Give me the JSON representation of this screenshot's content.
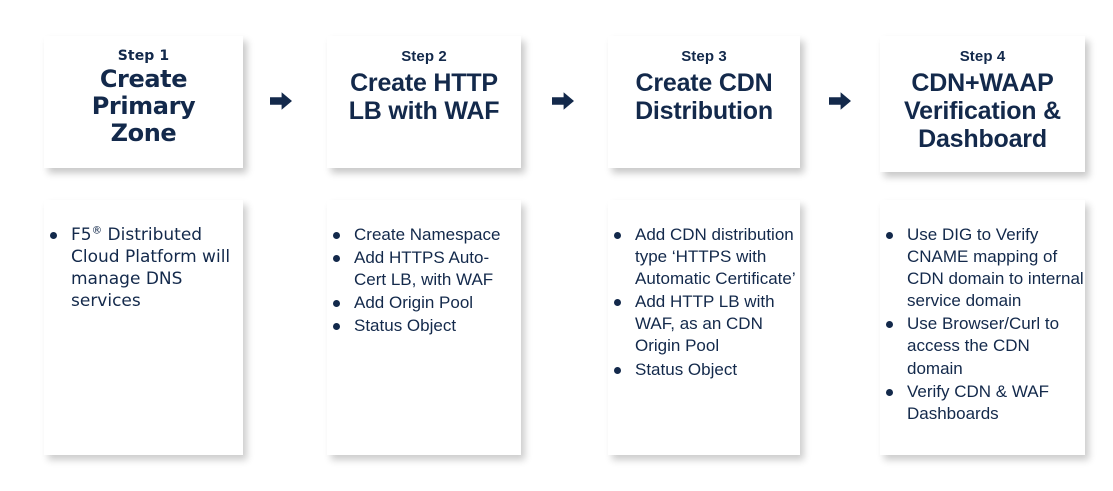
{
  "diagram": {
    "title": "F5 Distributed Cloud CDN + WAAP four step workflow",
    "accent_color": "#13294b",
    "background_color": "#ffffff",
    "card_color": "#ffffff"
  },
  "arrows": [
    {
      "name": "arrow-step1-to-step2",
      "glyph": "right-arrow-icon"
    },
    {
      "name": "arrow-step2-to-step3",
      "glyph": "right-arrow-icon"
    },
    {
      "name": "arrow-step3-to-step4",
      "glyph": "right-arrow-icon"
    }
  ],
  "steps": [
    {
      "step_label": "Step 1",
      "title": "Create Primary Zone",
      "title_lines": [
        "Create",
        "Primary",
        "Zone"
      ],
      "bullets": [
        {
          "pre": "F5",
          "mark": "®",
          "post": " Distributed Cloud Platform will manage DNS services",
          "text": "F5® Distributed Cloud Platform will manage DNS services"
        }
      ]
    },
    {
      "step_label": "Step 2",
      "title": "Create HTTP LB with WAF",
      "title_lines": [
        "Create HTTP",
        "LB with WAF"
      ],
      "bullets": [
        {
          "text": "Create Namespace"
        },
        {
          "text": "Add HTTPS Auto-Cert LB, with WAF"
        },
        {
          "text": "Add Origin Pool"
        },
        {
          "text": "Status Object"
        }
      ]
    },
    {
      "step_label": "Step 3",
      "title": "Create CDN Distribution",
      "title_lines": [
        "Create CDN",
        "Distribution"
      ],
      "bullets": [
        {
          "text": "Add CDN distribution type ‘HTTPS with Automatic Certificate’"
        },
        {
          "text": "Add HTTP LB with WAF, as an CDN Origin Pool"
        },
        {
          "text": "Status Object"
        }
      ]
    },
    {
      "step_label": "Step 4",
      "title": "CDN+WAAP Verification & Dashboard",
      "title_lines": [
        "CDN+WAAP",
        "Verification &",
        "Dashboard"
      ],
      "bullets": [
        {
          "text": "Use DIG to Verify CNAME mapping of CDN domain to internal service domain"
        },
        {
          "text": "Use Browser/Curl to access the CDN domain"
        },
        {
          "text": "Verify CDN & WAF Dashboards"
        }
      ]
    }
  ]
}
